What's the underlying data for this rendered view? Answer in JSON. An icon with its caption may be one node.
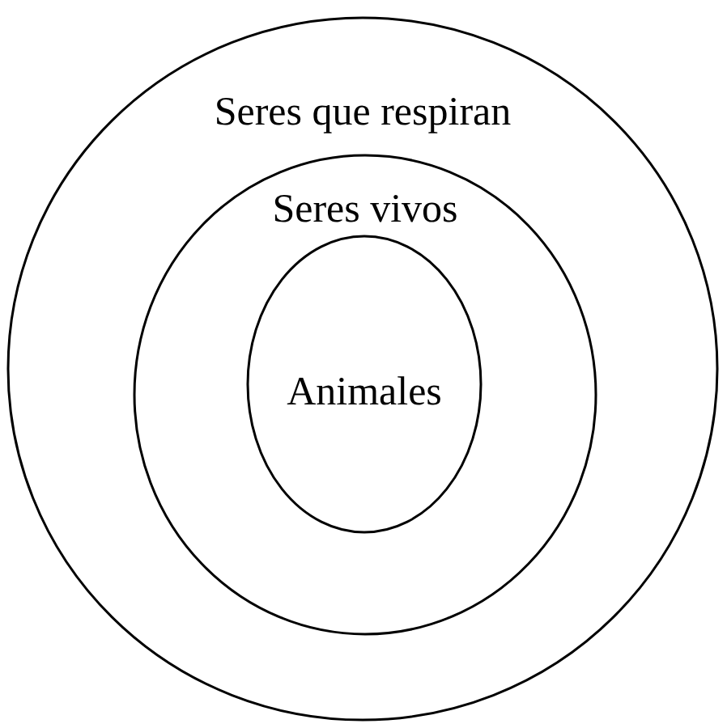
{
  "diagram": {
    "nodes": [
      {
        "text": [
          "Seres que respiran"
        ]
      },
      {
        "text": [
          "Seres vivos"
        ],
        "in": 0
      },
      {
        "text": [
          "Animales"
        ],
        "in": 1
      }
    ]
  }
}
